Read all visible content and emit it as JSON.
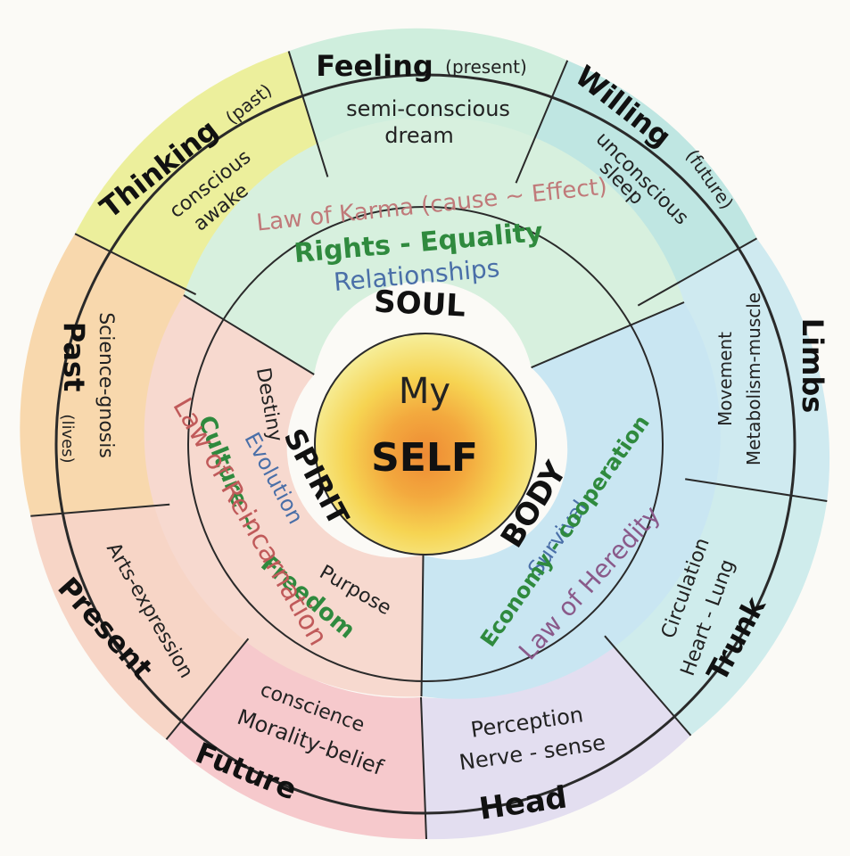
{
  "center": {
    "line1": "My",
    "line2": "SELF"
  },
  "soul": {
    "title": "SOUL",
    "karma": "Law of Karma (cause ~ Effect)",
    "rights": "Rights - Equality",
    "relationships": "Relationships"
  },
  "spirit": {
    "title": "SPIRIT",
    "destiny": "Destiny",
    "evolution": "Evolution",
    "purpose": "Purpose",
    "culture": "Culture ~",
    "freedom": "Freedom",
    "reincarnation": "Law of Reincarnation"
  },
  "body": {
    "title": "BODY",
    "survival": "Survival",
    "economy": "Economy - cooperation",
    "heredity": "Law of Heredity"
  },
  "outer": {
    "thinking": {
      "title": "Thinking",
      "note": "(past)",
      "line1": "conscious",
      "line2": "awake"
    },
    "feeling": {
      "title": "Feeling",
      "note": "(present)",
      "line1": "semi-conscious",
      "line2": "dream"
    },
    "willing": {
      "title": "Willing",
      "note": "(future)",
      "line1": "unconscious",
      "line2": "sleep"
    },
    "limbs": {
      "title": "Limbs",
      "line1": "Movement",
      "line2": "Metabolism-muscle"
    },
    "trunk": {
      "title": "Trunk",
      "line1": "Circulation",
      "line2": "Heart - Lung"
    },
    "head": {
      "title": "Head",
      "line1": "Perception",
      "line2": "Nerve - sense"
    },
    "future": {
      "title": "Future",
      "line1": "conscience",
      "line2": "Morality-belief"
    },
    "present": {
      "title": "Present",
      "line1": "Arts-expression"
    },
    "past": {
      "title": "Past",
      "note": "(lives)",
      "line1": "Science-gnosis"
    }
  },
  "colors": {
    "thinking": "#ecef9c",
    "feeling": "#cfeedd",
    "willing": "#bfe6e2",
    "limbs": "#cfeaf0",
    "trunk": "#cfecec",
    "head": "#e3def0",
    "future": "#f6c9cc",
    "present": "#f7d5c6",
    "past": "#f8d8ad",
    "soul": "#d7f0de",
    "spirit": "#f7d9cf",
    "body": "#c9e6f2",
    "sun_inner": "#f09a3c",
    "sun_mid": "#f7c84a",
    "sun_outer": "#f8ee9a",
    "karma": "#c07a7a",
    "green": "#2f8a3e",
    "blue": "#4a6fa8",
    "red": "#c05a5a",
    "purple": "#8a5a8a"
  }
}
